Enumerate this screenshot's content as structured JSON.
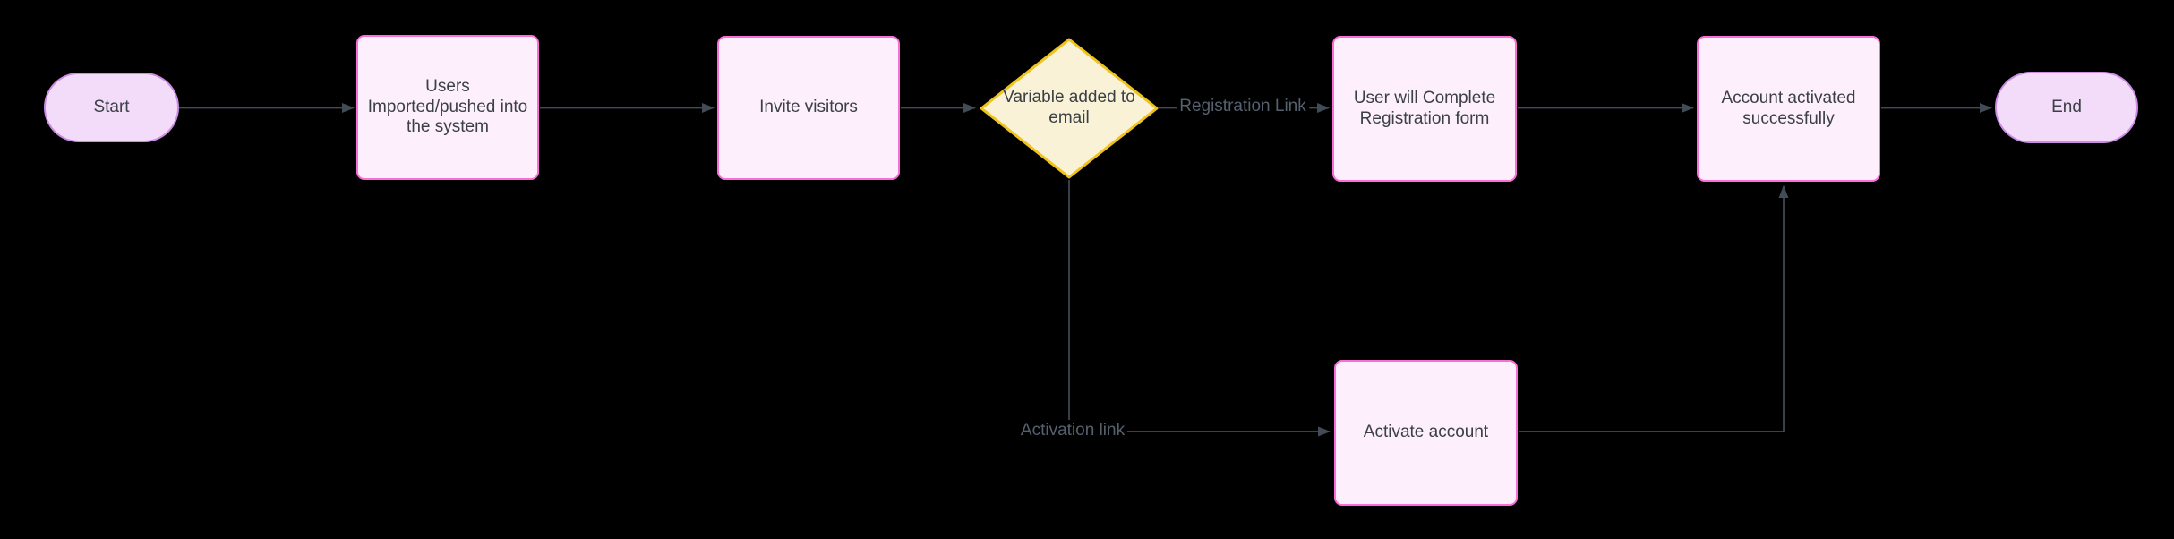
{
  "colors": {
    "background": "#000000",
    "line": "#414c57",
    "edge-label-text": "#55616e",
    "node-text": "#3a4046",
    "pill-fill": "#f2dcfa",
    "pill-border": "#cc8ce4",
    "box-fill": "#fdeffc",
    "box-border": "#fa6ed8",
    "diamond-fill": "#faf2d7",
    "diamond-border": "#efc31b"
  },
  "diagram": {
    "type": "flowchart",
    "nodes": {
      "start": {
        "label": "Start",
        "shape": "terminator"
      },
      "users": {
        "label": "Users\nImported/pushed into\nthe system",
        "shape": "process"
      },
      "invite": {
        "label": "Invite visitors",
        "shape": "process"
      },
      "decision": {
        "label": "Variable added to\nemail",
        "shape": "decision"
      },
      "registration": {
        "label": "User will Complete\nRegistration form",
        "shape": "process"
      },
      "account": {
        "label": "Account activated\nsuccessfully",
        "shape": "process"
      },
      "activate": {
        "label": "Activate account",
        "shape": "process"
      },
      "end": {
        "label": "End",
        "shape": "terminator"
      }
    },
    "edge_labels": {
      "registration": {
        "label": "Registration Link"
      },
      "activation": {
        "label": "Activation link"
      }
    }
  }
}
